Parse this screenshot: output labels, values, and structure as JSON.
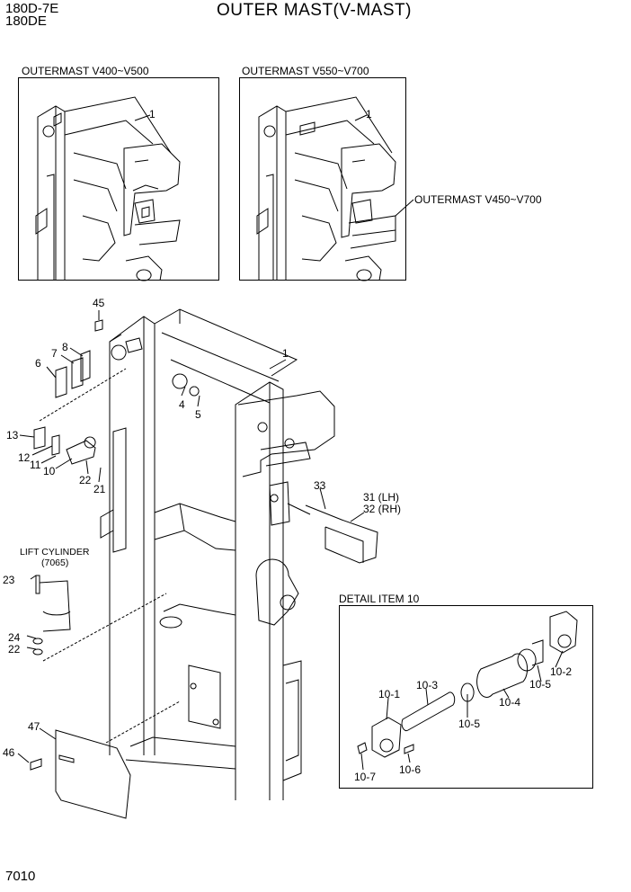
{
  "header": {
    "model_line1": "180D-7E",
    "model_line2": "180DE",
    "title": "OUTER MAST(V-MAST)"
  },
  "insets": {
    "left_caption": "OUTERMAST V400~V500",
    "right_caption": "OUTERMAST V550~V700",
    "right_note": "OUTERMAST V450~V700",
    "detail_caption": "DETAIL ITEM 10"
  },
  "callouts": {
    "c1_left_inset": "1",
    "c1_right_inset": "1",
    "c1_main": "1",
    "c4": "4",
    "c5": "5",
    "c6": "6",
    "c7": "7",
    "c8": "8",
    "c10": "10",
    "c11": "11",
    "c12": "12",
    "c13": "13",
    "c21": "21",
    "c22a": "22",
    "c22b": "22",
    "c23": "23",
    "c24": "24",
    "c31": "31 (LH)",
    "c32": "32 (RH)",
    "c33": "33",
    "c45": "45",
    "c46": "46",
    "c47": "47",
    "d10_1": "10-1",
    "d10_2": "10-2",
    "d10_3": "10-3",
    "d10_4": "10-4",
    "d10_5a": "10-5",
    "d10_5b": "10-5",
    "d10_6": "10-6",
    "d10_7": "10-7"
  },
  "lift_cylinder": {
    "label": "LIFT CYLINDER",
    "ref": "(7065)"
  },
  "footer": {
    "page_number": "7010"
  }
}
